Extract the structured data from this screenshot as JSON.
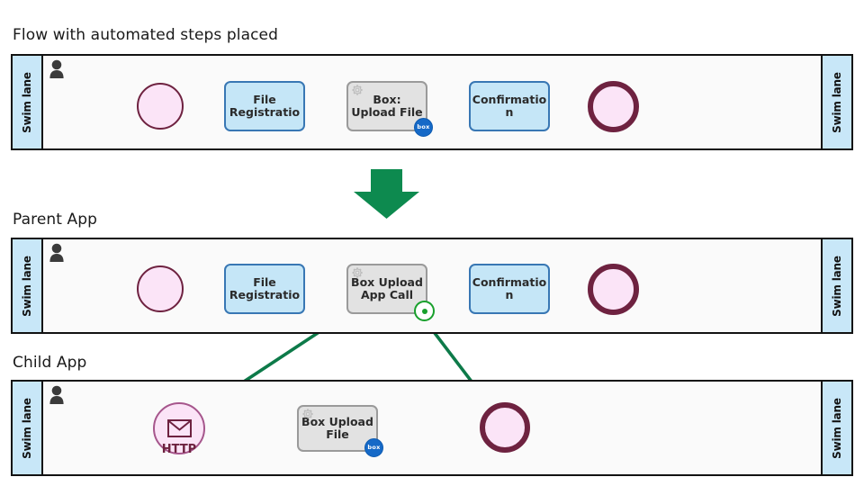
{
  "sections": [
    {
      "caption": "Flow with automated steps placed"
    },
    {
      "caption": "Parent App"
    },
    {
      "caption": "Child App"
    }
  ],
  "lane_label": "Swim lane",
  "icons": {
    "person": "person-icon",
    "gear": "gear-icon",
    "box": "box-logo-icon",
    "signal": "signal-event-icon",
    "envelope": "envelope-icon",
    "transform_arrow": "down-arrow-icon"
  },
  "colors": {
    "lane_header": "#c8e7f8",
    "lane_body": "#fafafa",
    "pool_border": "#121212",
    "user_task_fill": "#c5e6f7",
    "user_task_border": "#3877b4",
    "script_task_fill": "#e2e2e2",
    "script_task_border": "#9a9a9a",
    "event_fill": "#fbe4f7",
    "event_border": "#6e2240",
    "sequence_flow": "#1b9a5f",
    "big_arrow": "#0d8a4f",
    "signal_green": "#18a02c",
    "box_blue": "#1569c7"
  },
  "lane1": {
    "nodes": [
      {
        "name": "start-event",
        "type": "start",
        "label": ""
      },
      {
        "name": "task-file-registration",
        "type": "user",
        "label": "File Registratio"
      },
      {
        "name": "task-box-upload-file",
        "type": "script",
        "label": "Box: Upload File",
        "badge": "box"
      },
      {
        "name": "task-confirmation",
        "type": "user",
        "label": "Confirmatio n"
      },
      {
        "name": "end-event",
        "type": "end",
        "label": ""
      }
    ]
  },
  "lane2": {
    "nodes": [
      {
        "name": "start-event",
        "type": "start",
        "label": ""
      },
      {
        "name": "task-file-registration",
        "type": "user",
        "label": "File Registratio"
      },
      {
        "name": "task-box-upload-app-call",
        "type": "script",
        "label": "Box Upload App Call",
        "badge": "signal"
      },
      {
        "name": "task-confirmation",
        "type": "user",
        "label": "Confirmatio n"
      },
      {
        "name": "end-event",
        "type": "end",
        "label": ""
      }
    ]
  },
  "lane3": {
    "nodes": [
      {
        "name": "http-message-start-event",
        "type": "message-start",
        "label": "HTTP"
      },
      {
        "name": "task-box-upload-file",
        "type": "script",
        "label": "Box Upload File",
        "badge": "box"
      },
      {
        "name": "end-event",
        "type": "end",
        "label": ""
      }
    ]
  },
  "box_badge_text": "box"
}
